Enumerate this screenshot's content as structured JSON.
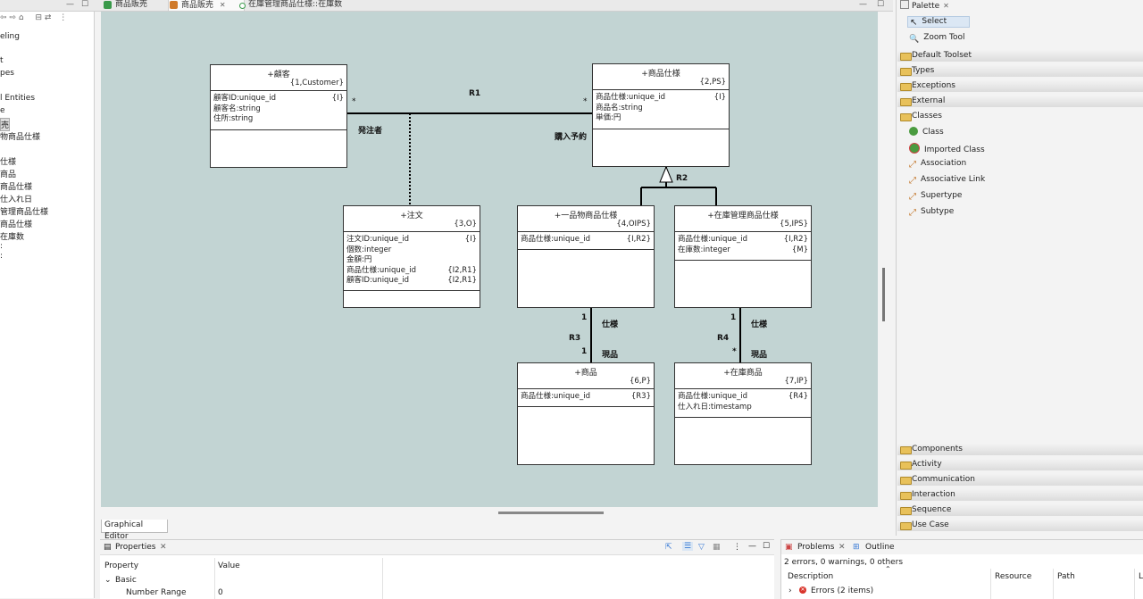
{
  "tabs": [
    {
      "label": "商品販売",
      "icon": "java-file-icon",
      "active": false
    },
    {
      "label": "商品販売",
      "icon": "class-diagram-icon",
      "active": true
    },
    {
      "label": "在庫管理商品仕様::在庫数",
      "icon": "attribute-icon",
      "active": false
    }
  ],
  "explorer": {
    "items": [
      "eling",
      "t",
      "pes",
      "l Entities",
      "e",
      "売",
      "物商品仕様",
      "仕様",
      "商品",
      "商品仕様",
      "仕入れ日",
      "管理商品仕様",
      "商品仕様",
      "在庫数"
    ]
  },
  "diagram": {
    "classes": [
      {
        "name": "+顧客",
        "key": "{1,Customer}",
        "attrs": [
          [
            "顧客ID:unique_id",
            "{I}"
          ],
          [
            "顧客名:string",
            ""
          ],
          [
            "住所:string",
            ""
          ]
        ]
      },
      {
        "name": "+商品仕様",
        "key": "{2,PS}",
        "attrs": [
          [
            "商品仕様:unique_id",
            "{I}"
          ],
          [
            "商品名:string",
            ""
          ],
          [
            "単価:円",
            ""
          ]
        ]
      },
      {
        "name": "+注文",
        "key": "{3,O}",
        "attrs": [
          [
            "注文ID:unique_id",
            "{I}"
          ],
          [
            "個数:integer",
            ""
          ],
          [
            "金額:円",
            ""
          ],
          [
            "商品仕様:unique_id",
            "{I2,R1}"
          ],
          [
            "顧客ID:unique_id",
            "{I2,R1}"
          ]
        ]
      },
      {
        "name": "+一品物商品仕様",
        "key": "{4,OIPS}",
        "attrs": [
          [
            "商品仕様:unique_id",
            "{I,R2}"
          ]
        ]
      },
      {
        "name": "+在庫管理商品仕様",
        "key": "{5,IPS}",
        "attrs": [
          [
            "商品仕様:unique_id",
            "{I,R2}"
          ],
          [
            "在庫数:integer",
            "{M}"
          ]
        ]
      },
      {
        "name": "+商品",
        "key": "{6,P}",
        "attrs": [
          [
            "商品仕様:unique_id",
            "{R3}"
          ]
        ]
      },
      {
        "name": "+在庫商品",
        "key": "{7,IP}",
        "attrs": [
          [
            "商品仕様:unique_id",
            "{R4}"
          ],
          [
            "仕入れ日:timestamp",
            ""
          ]
        ]
      }
    ],
    "labels": {
      "r1": "R1",
      "r1_left_mult": "*",
      "r1_right_mult": "*",
      "r1_left_phrase": "発注者",
      "r1_right_phrase": "購入予約",
      "r2": "R2",
      "r3": "R3",
      "r3_top_mult": "1",
      "r3_bottom_mult": "1",
      "r3_top_phrase": "仕様",
      "r3_bottom_phrase": "現品",
      "r4": "R4",
      "r4_top_mult": "1",
      "r4_bottom_mult": "*",
      "r4_top_phrase": "仕様",
      "r4_bottom_phrase": "現品"
    },
    "editor_tab": "Graphical Editor"
  },
  "palette": {
    "title": "Palette",
    "tools": [
      {
        "label": "Select",
        "icon": "arrow-cursor-icon",
        "selected": true
      },
      {
        "label": "Zoom Tool",
        "icon": "zoom-icon",
        "selected": false
      }
    ],
    "drawers_top": [
      "Default Toolset",
      "Types",
      "Exceptions",
      "External",
      "Classes"
    ],
    "class_tools": [
      {
        "label": "Class",
        "icon": "class-icon"
      },
      {
        "label": "Imported Class",
        "icon": "imported-class-icon"
      },
      {
        "label": "Association",
        "icon": "association-icon"
      },
      {
        "label": "Associative Link",
        "icon": "associative-link-icon"
      },
      {
        "label": "Supertype",
        "icon": "supertype-icon"
      },
      {
        "label": "Subtype",
        "icon": "subtype-icon"
      }
    ],
    "drawers_bottom": [
      "Components",
      "Activity",
      "Communication",
      "Interaction",
      "Sequence",
      "Use Case"
    ]
  },
  "properties": {
    "title": "Properties",
    "col_property": "Property",
    "col_value": "Value",
    "group": "Basic",
    "row_name": "Number Range",
    "row_value": "0"
  },
  "problems": {
    "title": "Problems",
    "outline": "Outline",
    "summary": "2 errors, 0 warnings, 0 others",
    "col_description": "Description",
    "col_resource": "Resource",
    "col_path": "Path",
    "col_location": "L",
    "errors_row": "Errors (2 items)"
  },
  "colors": {
    "canvas": "#c2d4d3",
    "error": "#d9342b",
    "palette_select": "#dbe7f4"
  }
}
